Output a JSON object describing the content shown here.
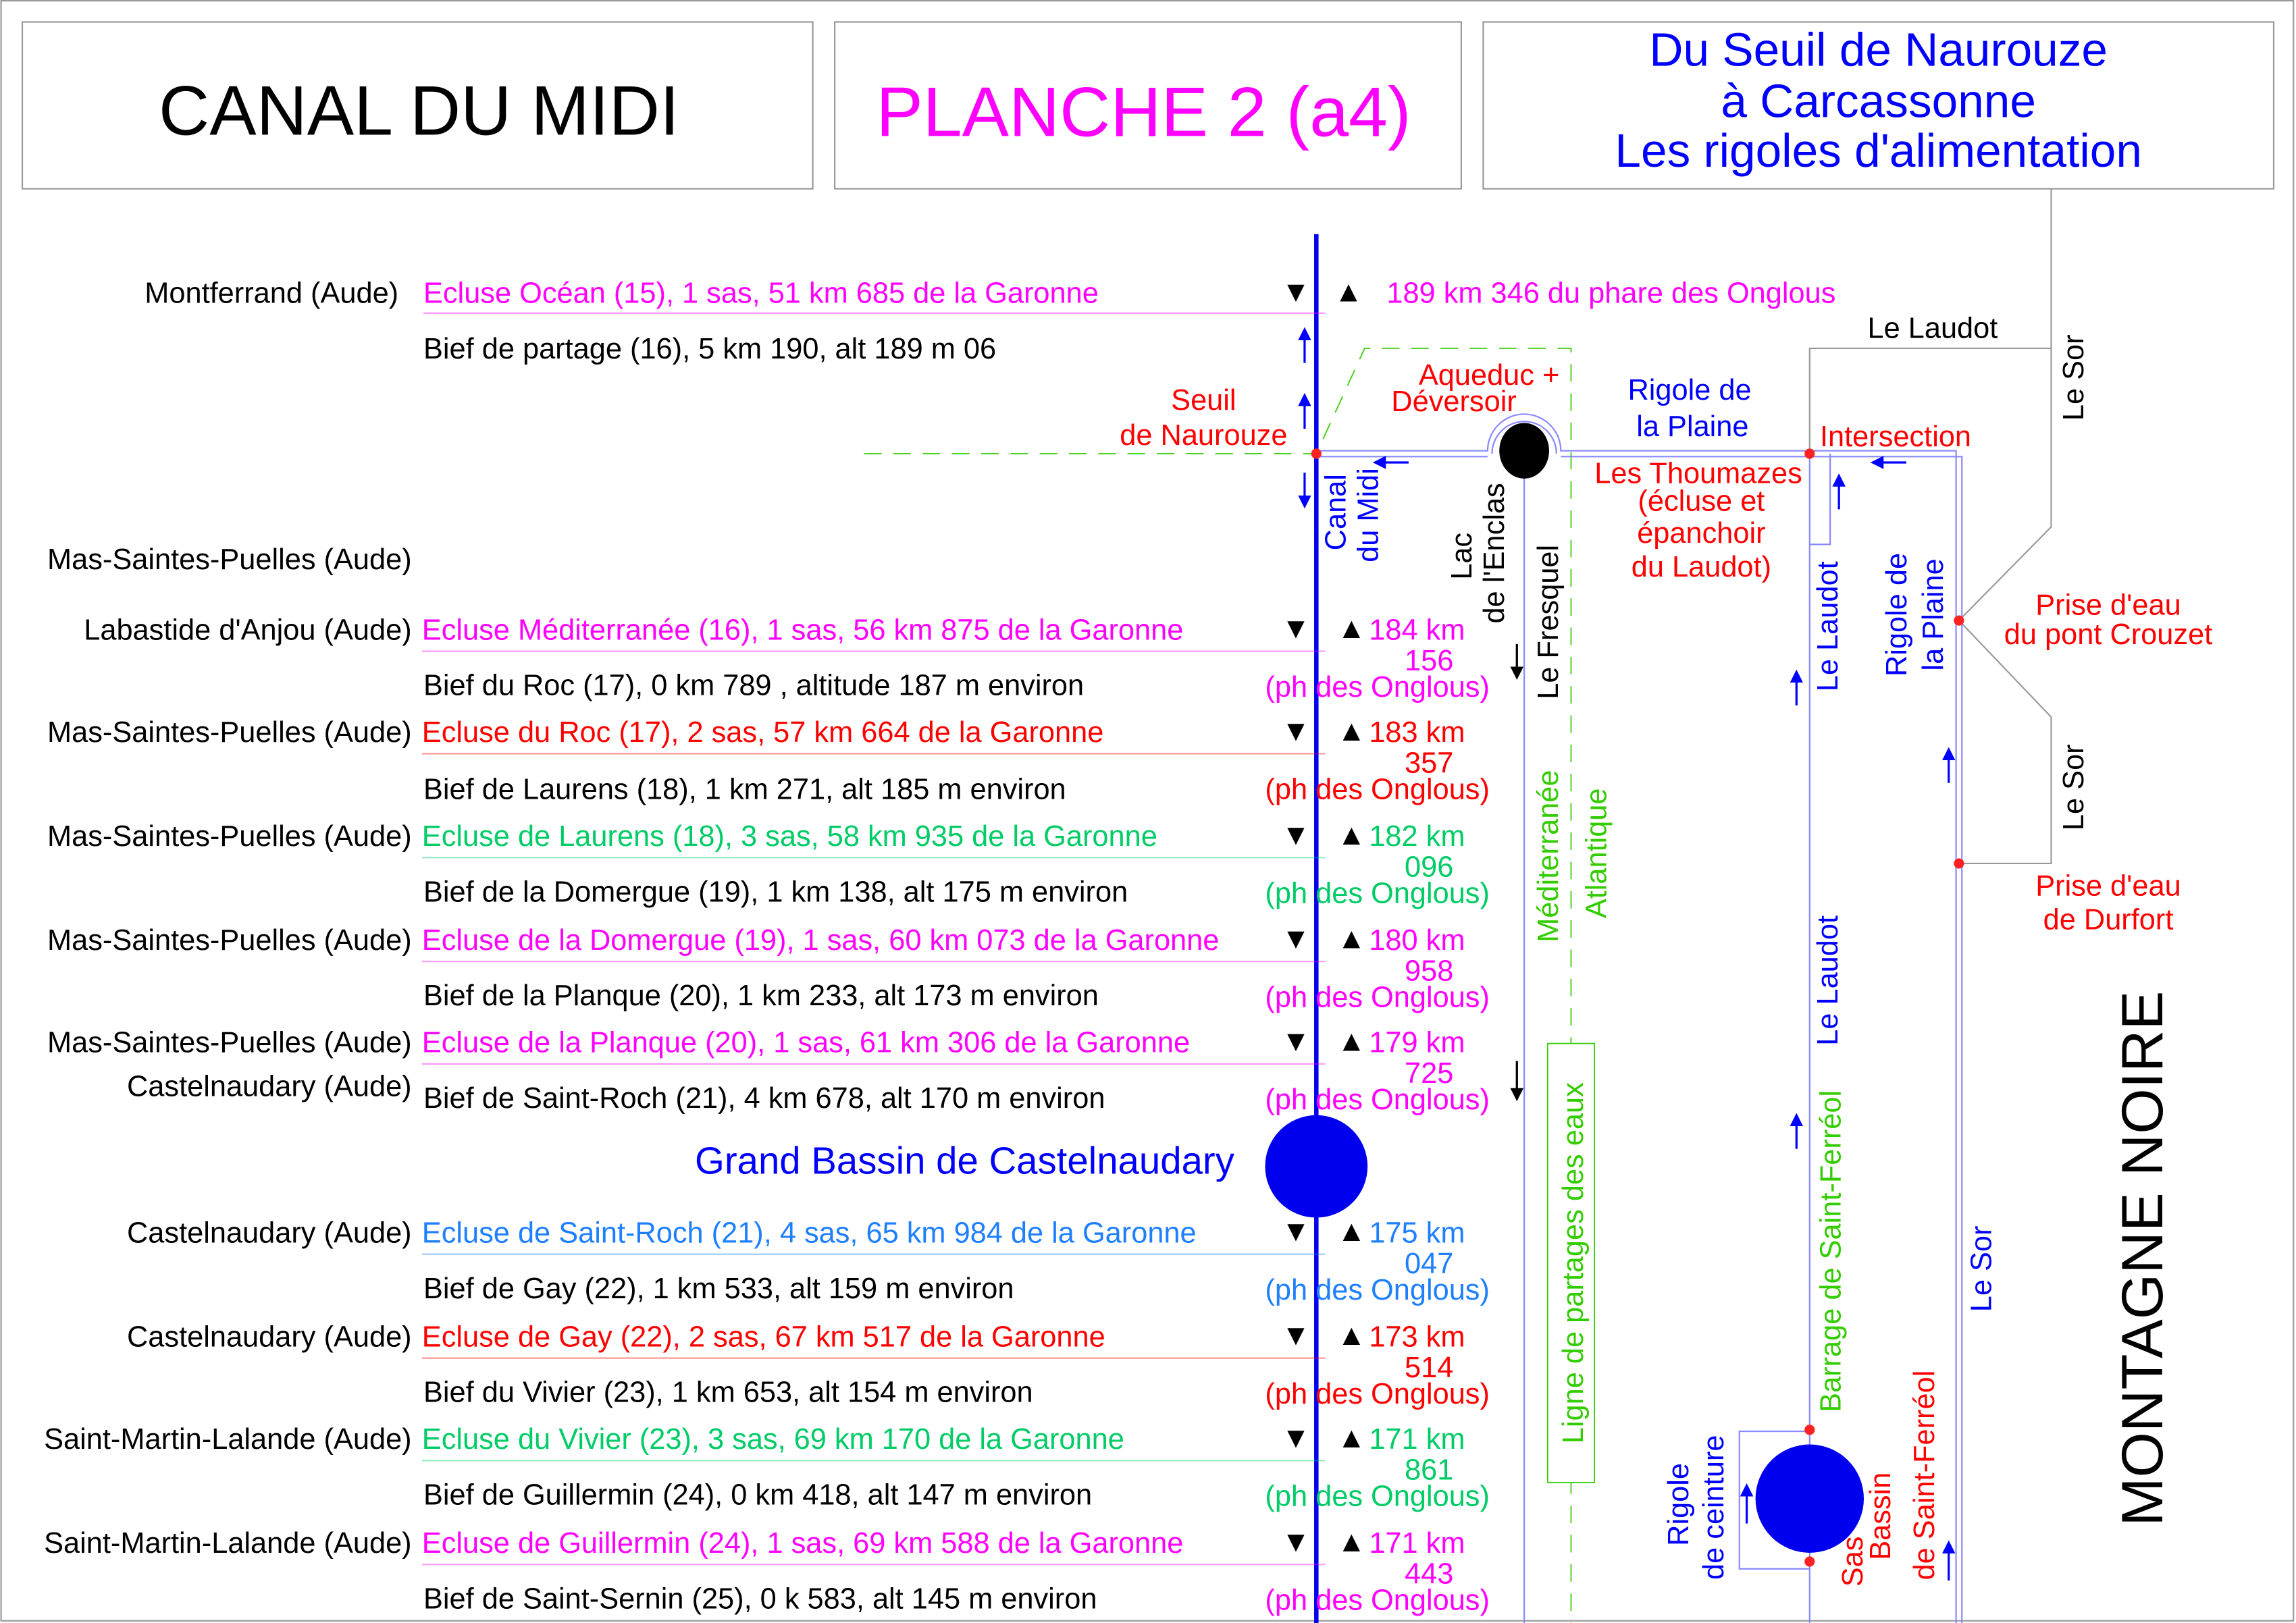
{
  "header": {
    "title": "CANAL DU MIDI",
    "planche": "PLANCHE 2 (a4)",
    "subtitle": [
      "Du Seuil de Naurouze",
      "à Carcassonne",
      "Les rigoles d'alimentation"
    ]
  },
  "colors": {
    "magenta": "#ff00ff",
    "red": "#ff0000",
    "green": "#00cc66",
    "lightblue": "#1e7fff",
    "blue": "#0000ff",
    "divide_green": "#33cc00"
  },
  "top_lock": {
    "commune": "Montferrand (Aude)",
    "ecluse": "Ecluse Océan (15), 1 sas, 51 km 685 de la Garonne",
    "km": "189 km 346 du phare des Onglous",
    "down_marker": "▼",
    "up_marker": "▲"
  },
  "standalone_commune": "Mas-Saintes-Puelles (Aude)",
  "extra_commune": "Castelnaudary (Aude)",
  "biefs": [
    "Bief de partage (16), 5 km 190, alt 189 m 06",
    "Bief du Roc (17), 0 km 789 , altitude 187 m environ",
    "Bief de Laurens (18), 1 km 271, alt 185 m environ",
    "Bief de la Domergue (19), 1 km 138, alt 175 m environ",
    "Bief de la Planque (20), 1 km 233, alt 173 m environ",
    "Bief de Saint-Roch (21), 4 km 678, alt 170 m environ",
    "Bief de Gay (22), 1 km 533, alt 159 m environ",
    "Bief du Vivier (23), 1 km 653, alt 154 m environ",
    "Bief de Guillermin (24), 0 km 418, alt 147 m environ",
    "Bief de Saint-Sernin (25), 0 k 583, alt 145 m environ"
  ],
  "locks": [
    {
      "commune": "Labastide d'Anjou (Aude)",
      "ecluse": "Ecluse Méditerranée (16), 1 sas, 56 km 875 de la Garonne",
      "color": "#ff00ff",
      "km1": "184 km",
      "km2": "156",
      "km3": "(ph des Onglous)"
    },
    {
      "commune": "Mas-Saintes-Puelles (Aude)",
      "ecluse": "Ecluse du Roc (17), 2 sas, 57 km 664 de la Garonne",
      "color": "#ff0000",
      "km1": "183 km",
      "km2": "357",
      "km3": "(ph des Onglous)"
    },
    {
      "commune": "Mas-Saintes-Puelles (Aude)",
      "ecluse": "Ecluse de Laurens (18), 3 sas, 58 km 935 de la Garonne",
      "color": "#00cc66",
      "km1": "182 km",
      "km2": "096",
      "km3": "(ph des Onglous)"
    },
    {
      "commune": "Mas-Saintes-Puelles (Aude)",
      "ecluse": "Ecluse de la Domergue (19), 1 sas, 60 km 073 de la Garonne",
      "color": "#ff00ff",
      "km1": "180 km",
      "km2": "958",
      "km3": "(ph des Onglous)"
    },
    {
      "commune": "Mas-Saintes-Puelles (Aude)",
      "ecluse": "Ecluse de la Planque (20), 1 sas, 61 km 306 de la Garonne",
      "color": "#ff00ff",
      "km1": "179 km",
      "km2": "725",
      "km3": "(ph des Onglous)"
    },
    {
      "commune": "Castelnaudary (Aude)",
      "ecluse": "Ecluse de Saint-Roch (21), 4 sas, 65 km 984 de la Garonne",
      "color": "#1e7fff",
      "km1": "175 km",
      "km2": "047",
      "km3": "(ph des Onglous)"
    },
    {
      "commune": "Castelnaudary (Aude)",
      "ecluse": "Ecluse de Gay (22), 2 sas, 67 km 517 de la Garonne",
      "color": "#ff0000",
      "km1": "173 km",
      "km2": "514",
      "km3": "(ph des Onglous)"
    },
    {
      "commune": "Saint-Martin-Lalande (Aude)",
      "ecluse": "Ecluse du Vivier (23), 3 sas, 69 km 170 de la Garonne",
      "color": "#00cc66",
      "km1": "171 km",
      "km2": "861",
      "km3": "(ph des Onglous)"
    },
    {
      "commune": "Saint-Martin-Lalande (Aude)",
      "ecluse": "Ecluse de Guillermin (24), 1 sas, 69 km 588 de la Garonne",
      "color": "#ff00ff",
      "km1": "171 km",
      "km2": "443",
      "km3": "(ph des Onglous)"
    }
  ],
  "grand_bassin": "Grand Bassin de Castelnaudary",
  "map": {
    "seuil": [
      "Seuil",
      "de Naurouze"
    ],
    "aqueduc": [
      "Aqueduc +",
      "Déversoir"
    ],
    "rigole_plaine_h": [
      "Rigole de",
      "la Plaine"
    ],
    "intersection": "Intersection",
    "thoumazes": [
      "Les Thoumazes",
      "(écluse et",
      "épanchoir",
      "du Laudot)"
    ],
    "le_laudot_top": "Le Laudot",
    "le_sor": "Le Sor",
    "prise_crouzet": [
      "Prise d'eau",
      "du pont Crouzet"
    ],
    "prise_durfort": [
      "Prise d'eau",
      "de Durfort"
    ],
    "canal_du_midi": [
      "Canal",
      "du Midi"
    ],
    "lac": [
      "Lac",
      "de l'Enclas"
    ],
    "fresquel": "Le Fresquel",
    "mediterranee": "Méditerranée",
    "atlantique": "Atlantique",
    "ligne_partage": "Ligne de partages des eaux",
    "le_laudot_v": "Le Laudot",
    "rigole_plaine_v": [
      "Rigole de",
      "la Plaine"
    ],
    "barrage": "Barrage de Saint-Ferréol",
    "rigole_ceinture": [
      "Rigole",
      "de ceinture"
    ],
    "sas": "Sas",
    "bassin": [
      "Bassin",
      "de Saint-Ferréol"
    ],
    "montagne_noire": "MONTAGNE NOIRE"
  }
}
